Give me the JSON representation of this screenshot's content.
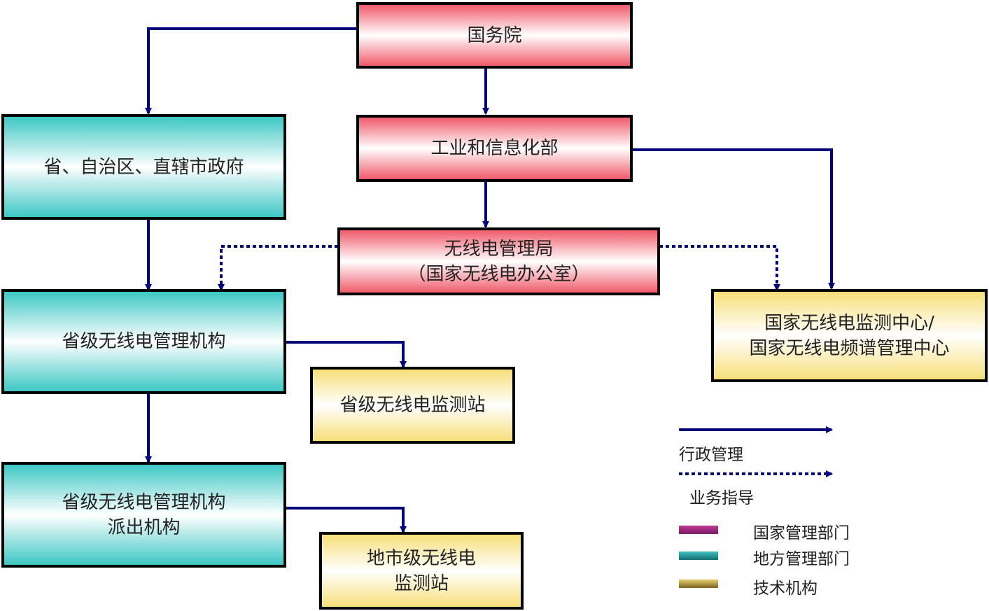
{
  "boxes": {
    "state_council": "国务院",
    "miit": "工业和信息化部",
    "radio_bureau_line1": "无线电管理局",
    "radio_bureau_line2": "（国家无线电办公室）",
    "provincial_gov": "省、自治区、直辖市政府",
    "provincial_radio": "省级无线电管理机构",
    "provincial_dispatched_line1": "省级无线电管理机构",
    "provincial_dispatched_line2": "派出机构",
    "provincial_monitoring": "省级无线电监测站",
    "city_monitoring_line1": "地市级无线电",
    "city_monitoring_line2": "监测站",
    "national_center_line1": "国家无线电监测中心/",
    "national_center_line2": "国家无线电频谱管理中心"
  },
  "legend": {
    "admin": "行政管理",
    "business": "业务指导",
    "national_dept": "国家管理部门",
    "local_dept": "地方管理部门",
    "tech_org": "技术机构"
  },
  "colors": {
    "national": "#f05a6a",
    "local": "#3ec8c4",
    "technical": "#f7df7a",
    "arrow": "#00007a"
  }
}
